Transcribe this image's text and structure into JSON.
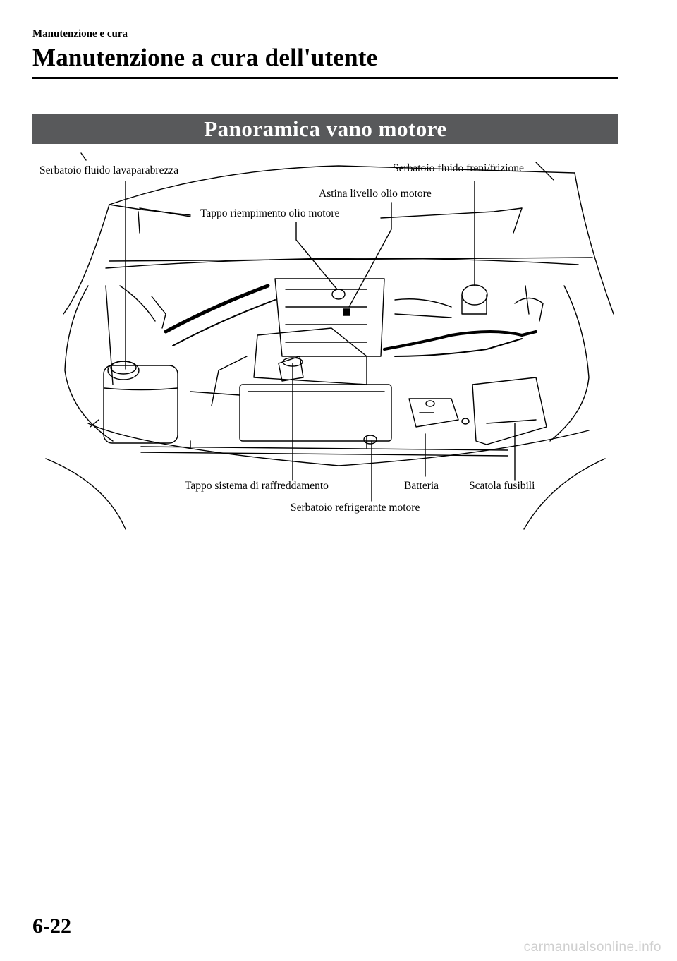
{
  "header": {
    "section": "Manutenzione e cura",
    "title": "Manutenzione a cura dell'utente"
  },
  "banner": {
    "title": "Panoramica vano motore"
  },
  "figure": {
    "labels": {
      "washer_reservoir": "Serbatoio fluido lavaparabrezza",
      "brake_clutch_reservoir": "Serbatoio fluido freni/frizione",
      "oil_dipstick": "Astina livello olio motore",
      "oil_filler_cap": "Tappo riempimento olio motore",
      "cooling_cap": "Tappo sistema di raffreddamento",
      "battery": "Batteria",
      "fuse_box": "Scatola fusibili",
      "coolant_reservoir": "Serbatoio refrigerante motore"
    }
  },
  "footer": {
    "page_number": "6-22",
    "watermark": "carmanualsonline.info"
  }
}
